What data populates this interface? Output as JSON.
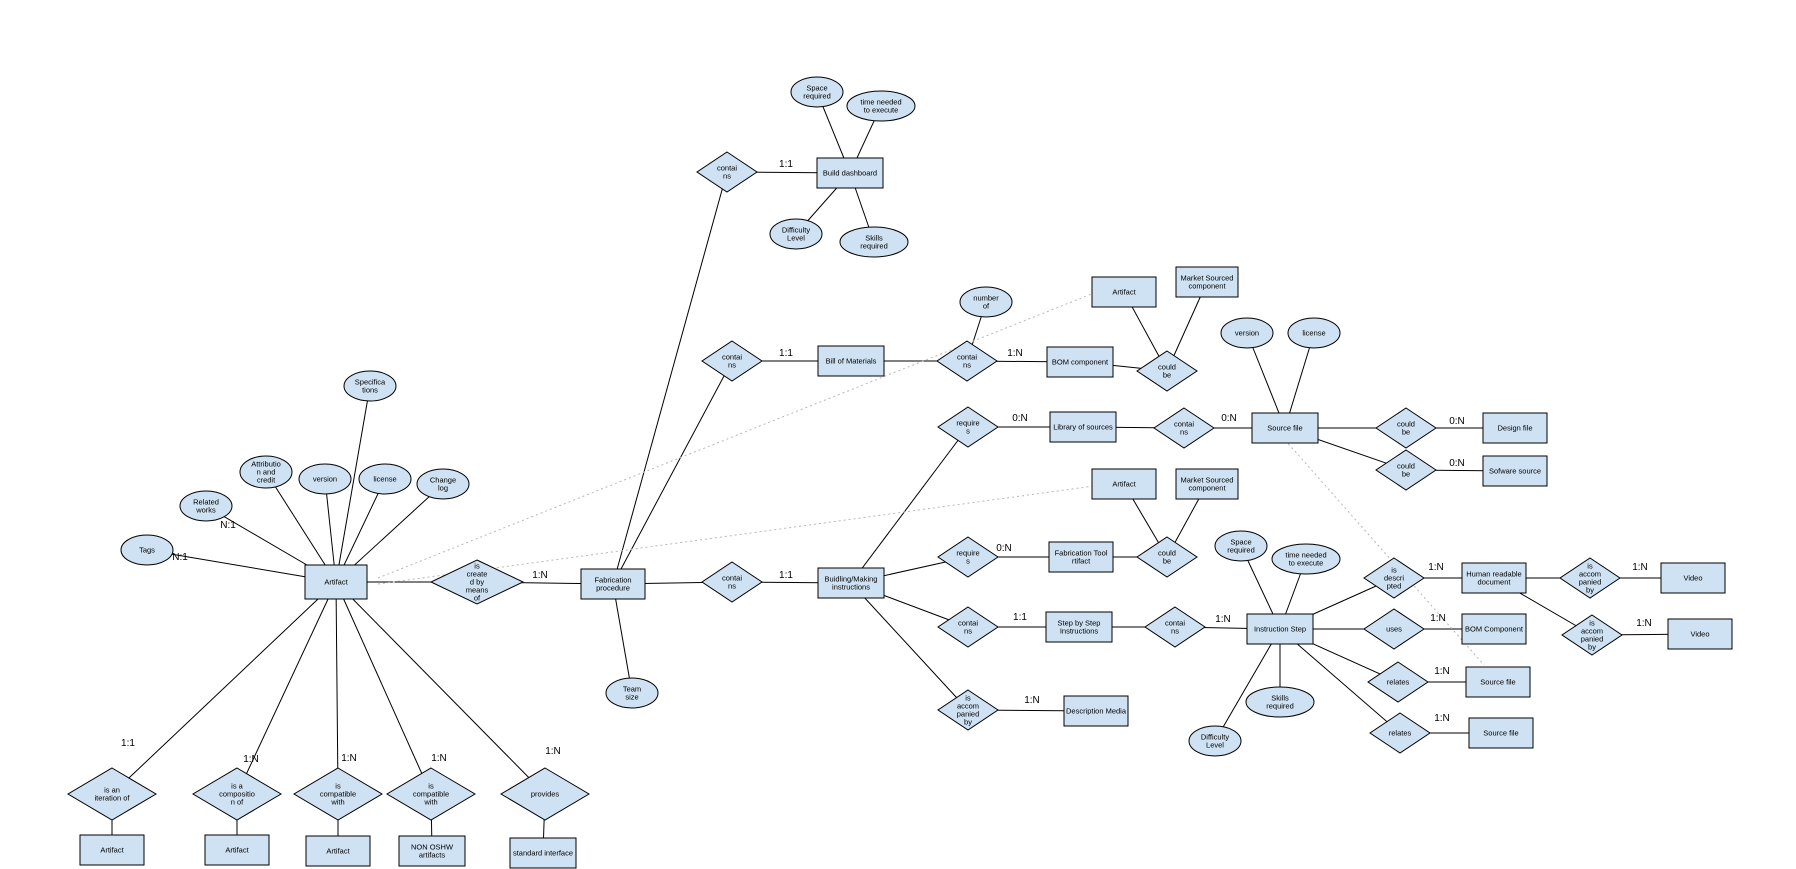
{
  "colors": {
    "fill": "#cfe2f3",
    "stroke": "#000000",
    "dotted": "#b7b7b7"
  },
  "nodes": {
    "artifact": {
      "text": [
        "Artifact"
      ]
    },
    "tags": {
      "text": [
        "Tags"
      ]
    },
    "related_works": {
      "text": [
        "Related",
        "works"
      ]
    },
    "attribution": {
      "text": [
        "Attributio",
        "n and",
        "credit"
      ]
    },
    "version_a": {
      "text": [
        "version"
      ]
    },
    "license_a": {
      "text": [
        "license"
      ]
    },
    "changelog": {
      "text": [
        "Change",
        "log"
      ]
    },
    "specifications": {
      "text": [
        "Specifica",
        "tions"
      ]
    },
    "created_by": {
      "text": [
        "is",
        "create",
        "d by",
        "means",
        "of"
      ]
    },
    "fab_proc": {
      "text": [
        "Fabrication",
        "procedure"
      ]
    },
    "team_size": {
      "text": [
        "Team",
        "size"
      ]
    },
    "iteration_of": {
      "text": [
        "is an",
        "iteration of"
      ]
    },
    "composition_of": {
      "text": [
        "is a",
        "compositio",
        "n of"
      ]
    },
    "compat_1": {
      "text": [
        "is",
        "compatible",
        "with"
      ]
    },
    "compat_2": {
      "text": [
        "is",
        "compatible",
        "with"
      ]
    },
    "provides": {
      "text": [
        "provides"
      ]
    },
    "artifact_b1": {
      "text": [
        "Artifact"
      ]
    },
    "artifact_b2": {
      "text": [
        "Artifact"
      ]
    },
    "artifact_b3": {
      "text": [
        "Artifact"
      ]
    },
    "non_oshw": {
      "text": [
        "NON OSHW",
        "artifacts"
      ]
    },
    "std_iface": {
      "text": [
        "standard interface"
      ]
    },
    "contains_bd": {
      "text": [
        "contai",
        "ns"
      ]
    },
    "build_dash": {
      "text": [
        "Build dashboard"
      ]
    },
    "space_req_1": {
      "text": [
        "Space",
        "required"
      ]
    },
    "time_needed_1": {
      "text": [
        "time needed",
        "to execute"
      ]
    },
    "difficulty_1": {
      "text": [
        "Difficulty",
        "Level"
      ]
    },
    "skills_1": {
      "text": [
        "Skills",
        "required"
      ]
    },
    "contains_bom": {
      "text": [
        "contai",
        "ns"
      ]
    },
    "bom": {
      "text": [
        "Bill of Materials"
      ]
    },
    "contains_bomc": {
      "text": [
        "contai",
        "ns"
      ]
    },
    "number_of": {
      "text": [
        "number",
        "of"
      ]
    },
    "bom_comp": {
      "text": [
        "BOM component"
      ]
    },
    "could_be_1": {
      "text": [
        "could",
        "be"
      ]
    },
    "artifact_t1": {
      "text": [
        "Artifact"
      ]
    },
    "market_1": {
      "text": [
        "Market Sourced",
        "component"
      ]
    },
    "contains_bmi": {
      "text": [
        "contai",
        "ns"
      ]
    },
    "bmi": {
      "text": [
        "Buidling/Making",
        "instructions"
      ]
    },
    "requires_lib": {
      "text": [
        "require",
        "s"
      ]
    },
    "lib_src": {
      "text": [
        "Library of sources"
      ]
    },
    "contains_sf": {
      "text": [
        "contai",
        "ns"
      ]
    },
    "source_file_main": {
      "text": [
        "Source file"
      ]
    },
    "version_s": {
      "text": [
        "version"
      ]
    },
    "license_s": {
      "text": [
        "license"
      ]
    },
    "could_be_d": {
      "text": [
        "could",
        "be"
      ]
    },
    "design_file": {
      "text": [
        "Design file"
      ]
    },
    "could_be_s": {
      "text": [
        "could",
        "be"
      ]
    },
    "sw_src": {
      "text": [
        "Sofware source"
      ]
    },
    "requires_ft": {
      "text": [
        "require",
        "s"
      ]
    },
    "fab_tool": {
      "text": [
        "Fabrication Tool",
        "rtifact"
      ]
    },
    "could_be_2": {
      "text": [
        "could",
        "be"
      ]
    },
    "artifact_t2": {
      "text": [
        "Artifact"
      ]
    },
    "market_2": {
      "text": [
        "Market Sourced",
        "component"
      ]
    },
    "contains_ssi": {
      "text": [
        "contai",
        "ns"
      ]
    },
    "ssi": {
      "text": [
        "Step by Step",
        "Instructions"
      ]
    },
    "contains_is": {
      "text": [
        "contai",
        "ns"
      ]
    },
    "instr_step": {
      "text": [
        "Instruction Step"
      ]
    },
    "space_req_2": {
      "text": [
        "Space",
        "required"
      ]
    },
    "time_needed_2": {
      "text": [
        "time needed",
        "to execute"
      ]
    },
    "skills_2": {
      "text": [
        "Skills",
        "required"
      ]
    },
    "difficulty_2": {
      "text": [
        "Difficulty",
        "Level"
      ]
    },
    "accomp_dm": {
      "text": [
        "is",
        "accom",
        "panied",
        "by"
      ]
    },
    "desc_media": {
      "text": [
        "Description Media"
      ]
    },
    "described": {
      "text": [
        "is",
        "descri",
        "pted"
      ]
    },
    "hr_doc": {
      "text": [
        "Human readable",
        "document"
      ]
    },
    "accomp_v1": {
      "text": [
        "is",
        "accom",
        "panied",
        "by"
      ]
    },
    "video_1": {
      "text": [
        "Video"
      ]
    },
    "accomp_v2": {
      "text": [
        "is",
        "accom",
        "panied",
        "by"
      ]
    },
    "video_2": {
      "text": [
        "Video"
      ]
    },
    "uses": {
      "text": [
        "uses"
      ]
    },
    "bom_comp_2": {
      "text": [
        "BOM Component"
      ]
    },
    "relates_1": {
      "text": [
        "relates"
      ]
    },
    "source_file_1": {
      "text": [
        "Source file"
      ]
    },
    "relates_2": {
      "text": [
        "relates"
      ]
    },
    "source_file_2": {
      "text": [
        "Source file"
      ]
    }
  },
  "cardinalities": {
    "tags": "N:1",
    "related": "N:1",
    "created_by": "1:N",
    "iteration": "1:1",
    "composition": "1:N",
    "compat_1": "1:N",
    "compat_2": "1:N",
    "provides": "1:N",
    "build_dash": "1:1",
    "bom": "1:1",
    "bom_comp": "1:N",
    "bmi": "1:1",
    "lib_src": "0:N",
    "source_file": "0:N",
    "design_file": "0:N",
    "sw_src": "0:N",
    "fab_tool": "0:N",
    "ssi": "1:1",
    "instr_step": "1:N",
    "desc_media": "1:N",
    "hr_doc": "1:N",
    "video_1": "1:N",
    "video_2": "1:N",
    "bom_comp_2": "1:N",
    "source_file_1": "1:N",
    "source_file_2": "1:N"
  }
}
